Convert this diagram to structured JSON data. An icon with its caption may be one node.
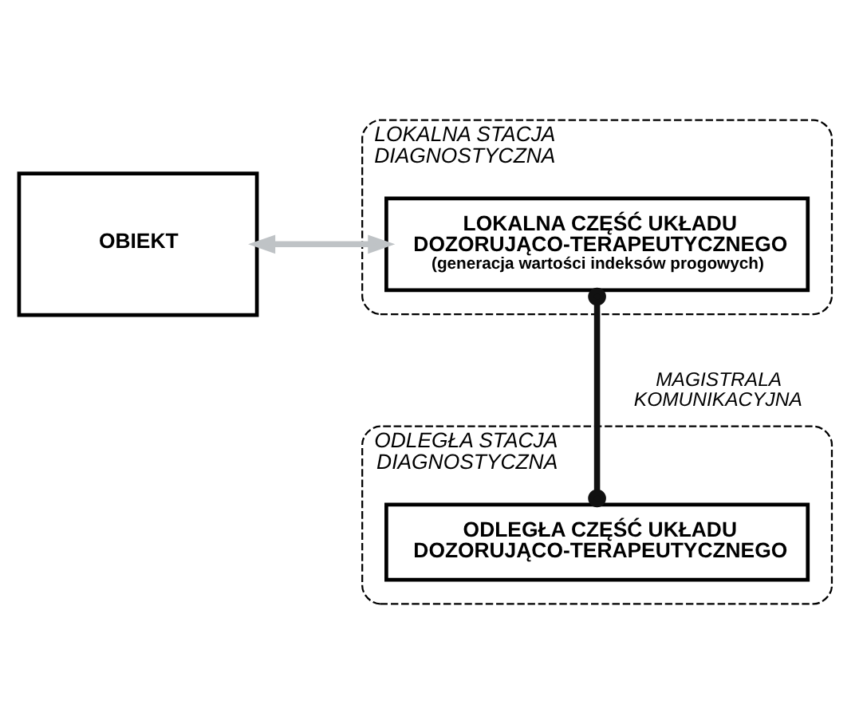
{
  "diagram": {
    "nodes": [
      {
        "text": [
          "OBIEKT"
        ]
      },
      {
        "text": [
          "LOKALNA STACJA DIAGNOSTYCZNA"
        ]
      },
      {
        "text": [
          "LOKALNA CZĘŚĆ UKŁADU DOZORUJĄCO-TERAPEUTYCZNEGO",
          "(generacja wartości indeksów progowych)"
        ],
        "in": 1
      },
      {
        "text": [
          "ODLEGŁA STACJA DIAGNOSTYCZNA"
        ]
      },
      {
        "text": [
          "ODLEGŁA CZĘŚĆ UKŁADU DOZORUJĄCO-TERAPEUTYCZNEGO"
        ],
        "in": 3
      }
    ],
    "edges": [
      {
        "from": 0,
        "to": 2,
        "arrow": "both",
        "color": "#bfc3c6"
      },
      {
        "from": 2,
        "to": 4,
        "arrow": "other",
        "color": "#111111",
        "label": "MAGISTRALA KOMUNIKACYJNA"
      }
    ]
  }
}
